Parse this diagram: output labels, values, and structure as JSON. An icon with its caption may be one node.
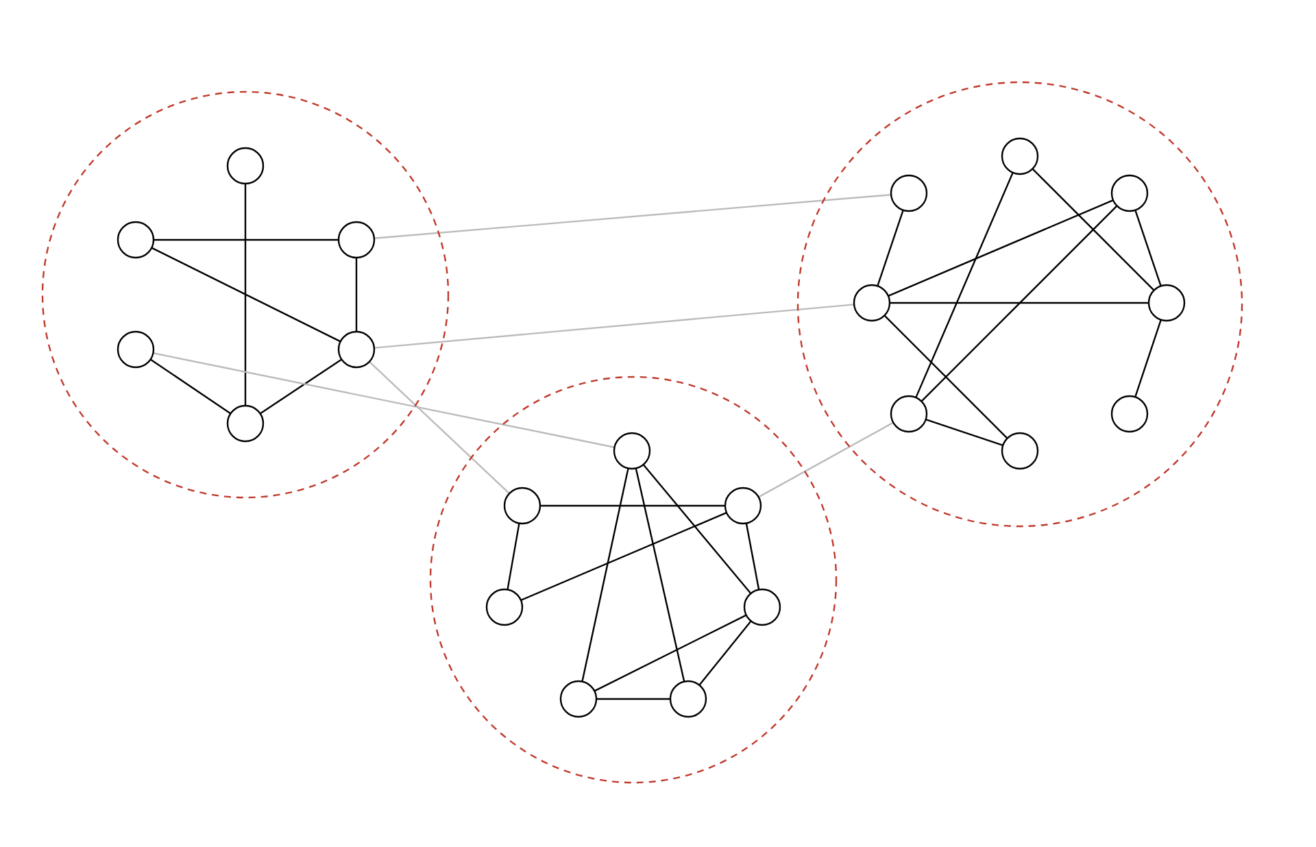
{
  "diagram": {
    "nodes": [
      {
        "text": [],
        "shape": "circle"
      },
      {
        "text": [],
        "shape": "circle",
        "in": 0
      },
      {
        "text": [],
        "shape": "circle",
        "in": 0
      },
      {
        "text": [],
        "shape": "circle",
        "in": 0
      },
      {
        "text": [],
        "shape": "circle",
        "in": 0
      },
      {
        "text": [],
        "shape": "circle",
        "in": 0
      },
      {
        "text": [],
        "shape": "circle",
        "in": 0
      },
      {
        "text": [],
        "shape": "circle"
      },
      {
        "text": [],
        "shape": "circle",
        "in": 7
      },
      {
        "text": [],
        "shape": "circle",
        "in": 7
      },
      {
        "text": [],
        "shape": "circle",
        "in": 7
      },
      {
        "text": [],
        "shape": "circle",
        "in": 7
      },
      {
        "text": [],
        "shape": "circle",
        "in": 7
      },
      {
        "text": [],
        "shape": "circle",
        "in": 7
      },
      {
        "text": [],
        "shape": "circle",
        "in": 7
      },
      {
        "text": [],
        "shape": "circle",
        "in": 7
      },
      {
        "text": [],
        "shape": "circle"
      },
      {
        "text": [],
        "shape": "circle",
        "in": 16
      },
      {
        "text": [],
        "shape": "circle",
        "in": 16
      },
      {
        "text": [],
        "shape": "circle",
        "in": 16
      },
      {
        "text": [],
        "shape": "circle",
        "in": 16
      },
      {
        "text": [],
        "shape": "circle",
        "in": 16
      },
      {
        "text": [],
        "shape": "circle",
        "in": 16
      },
      {
        "text": [],
        "shape": "circle",
        "in": 16
      }
    ],
    "edges": [
      {
        "from": 1,
        "to": 6,
        "arrow": "none"
      },
      {
        "from": 2,
        "to": 3,
        "arrow": "none"
      },
      {
        "from": 2,
        "to": 5,
        "arrow": "none"
      },
      {
        "from": 3,
        "to": 5,
        "arrow": "none"
      },
      {
        "from": 4,
        "to": 6,
        "arrow": "none"
      },
      {
        "from": 5,
        "to": 6,
        "arrow": "none"
      },
      {
        "from": 9,
        "to": 11,
        "arrow": "none"
      },
      {
        "from": 8,
        "to": 13,
        "arrow": "none"
      },
      {
        "from": 8,
        "to": 12,
        "arrow": "none"
      },
      {
        "from": 10,
        "to": 11,
        "arrow": "none"
      },
      {
        "from": 10,
        "to": 12,
        "arrow": "none"
      },
      {
        "from": 10,
        "to": 13,
        "arrow": "none"
      },
      {
        "from": 11,
        "to": 12,
        "arrow": "none"
      },
      {
        "from": 11,
        "to": 15,
        "arrow": "none"
      },
      {
        "from": 13,
        "to": 15,
        "arrow": "none"
      },
      {
        "from": 12,
        "to": 14,
        "arrow": "none"
      },
      {
        "from": 17,
        "to": 22,
        "arrow": "none"
      },
      {
        "from": 17,
        "to": 23,
        "arrow": "none"
      },
      {
        "from": 17,
        "to": 21,
        "arrow": "none"
      },
      {
        "from": 18,
        "to": 19,
        "arrow": "none"
      },
      {
        "from": 18,
        "to": 20,
        "arrow": "none"
      },
      {
        "from": 19,
        "to": 20,
        "arrow": "none"
      },
      {
        "from": 19,
        "to": 21,
        "arrow": "none"
      },
      {
        "from": 21,
        "to": 22,
        "arrow": "none"
      },
      {
        "from": 21,
        "to": 23,
        "arrow": "none"
      },
      {
        "from": 22,
        "to": 23,
        "arrow": "none"
      },
      {
        "from": 3,
        "to": 9,
        "arrow": "none",
        "color": "#bbbbbb"
      },
      {
        "from": 5,
        "to": 11,
        "arrow": "none",
        "color": "#bbbbbb"
      },
      {
        "from": 4,
        "to": 17,
        "arrow": "none",
        "color": "#bbbbbb"
      },
      {
        "from": 5,
        "to": 18,
        "arrow": "none",
        "color": "#bbbbbb"
      },
      {
        "from": 19,
        "to": 13,
        "arrow": "none",
        "color": "#bbbbbb"
      }
    ]
  }
}
